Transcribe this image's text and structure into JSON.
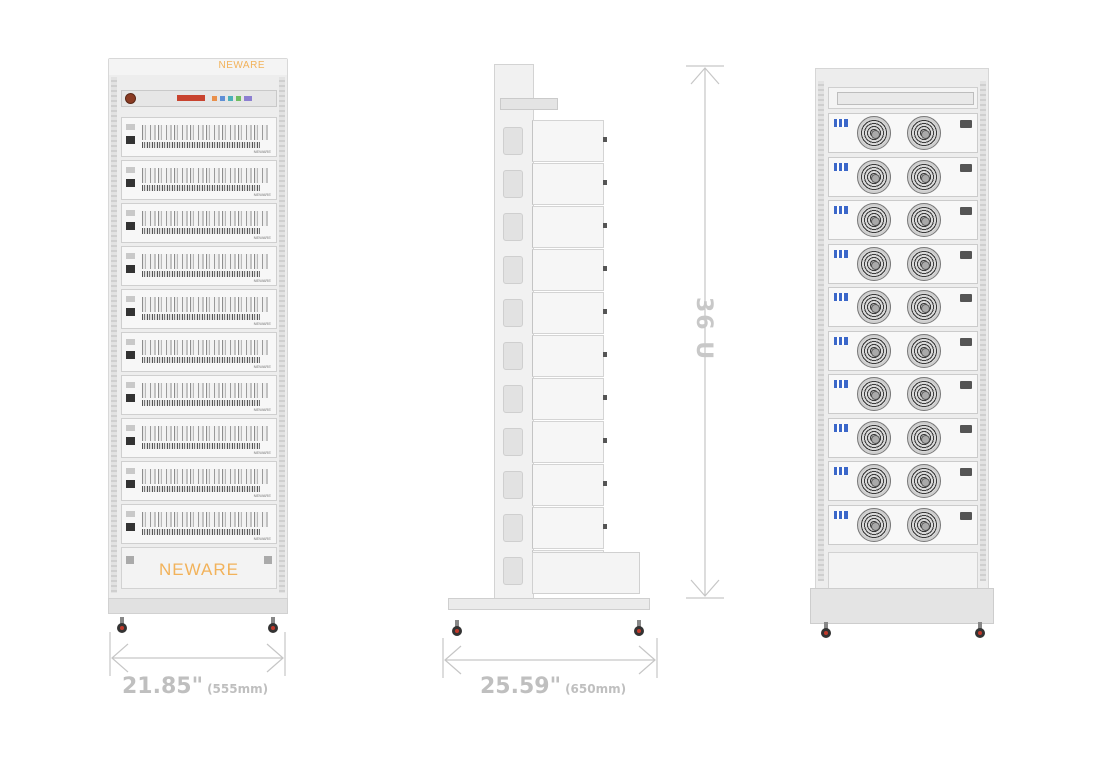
{
  "front_view": {
    "brand_top": "NEWARE",
    "brand_base": "NEWARE",
    "unit_logo": "NEWARE",
    "unit_count": 10
  },
  "side_view": {
    "unit_count": 11
  },
  "back_view": {
    "unit_count": 10,
    "fans_per_unit": 2
  },
  "dimensions": {
    "front_width": "21.85\"",
    "front_width_mm": "(555mm)",
    "side_depth": "25.59\"",
    "side_depth_mm": "(650mm)",
    "height_units": "36 U"
  },
  "colors": {
    "brand": "#f2b25a",
    "frame": "#ededed",
    "dimension": "#bfbfbf"
  }
}
